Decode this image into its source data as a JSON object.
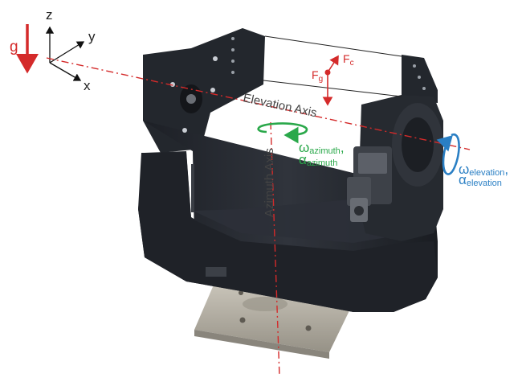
{
  "axes": {
    "z": "z",
    "y": "y",
    "x": "x"
  },
  "gravity": {
    "label": "g"
  },
  "forces": {
    "fg_base": "F",
    "fg_sub": "g",
    "fc_base": "F",
    "fc_sub": "c"
  },
  "elevation_axis": {
    "label": "Elevation Axis"
  },
  "azimuth_axis": {
    "label": "Azimuth Axis"
  },
  "azimuth": {
    "omega": "ω",
    "omega_sub": "azimuth",
    "comma": ",",
    "alpha": "α",
    "alpha_sub": "azimuth"
  },
  "elevation": {
    "omega": "ω",
    "omega_sub": "elevation",
    "comma": ",",
    "alpha": "α",
    "alpha_sub": "elevation"
  },
  "colors": {
    "red": "#d42a2a",
    "green": "#2aa84a",
    "blue": "#2a7fc4",
    "gimbal": "#262a31",
    "base_plate": "#a9a396",
    "text_dark": "#3a3a3a"
  }
}
